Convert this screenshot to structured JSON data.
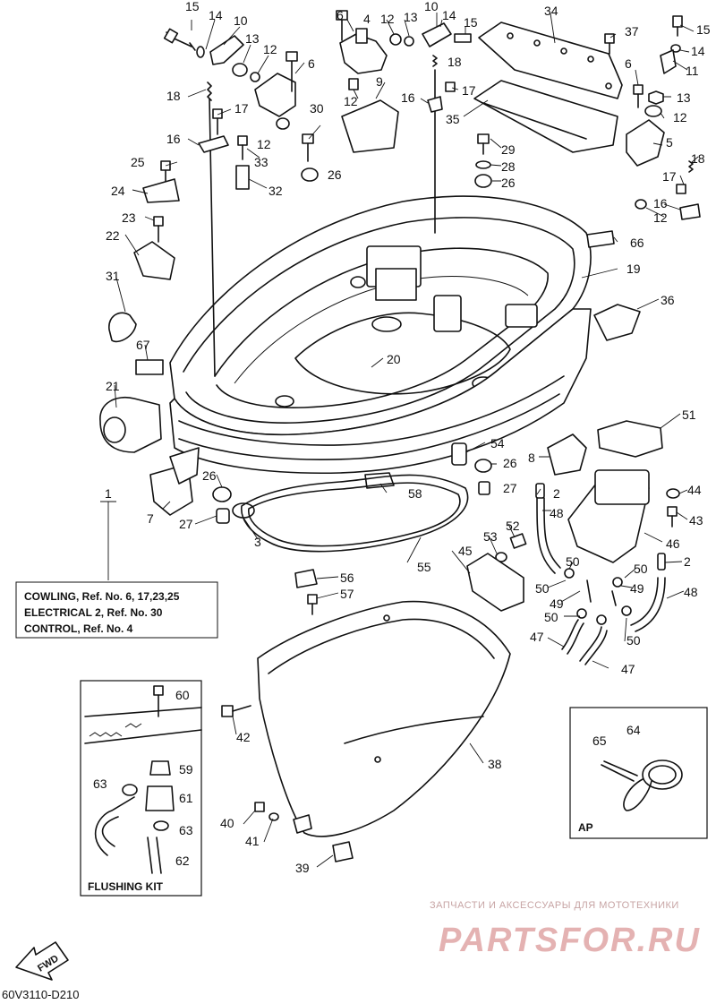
{
  "callouts": {
    "c15a": "15",
    "c14a": "14",
    "c10a": "10",
    "c13a": "13",
    "c12a": "12",
    "c6a": "6",
    "c4a": "4",
    "c12b": "12",
    "c13b": "13",
    "c10b": "10",
    "c14b": "14",
    "c15b": "15",
    "c34": "34",
    "c37": "37",
    "c15c": "15",
    "c14c": "14",
    "c11": "11",
    "c18a": "18",
    "c17a": "17",
    "c16a": "16",
    "c12c": "12",
    "c33": "33",
    "c30": "30",
    "c9": "9",
    "c12d": "12",
    "c18b": "18",
    "c16b": "16",
    "c17b": "17",
    "c35": "35",
    "c6b": "6",
    "c6c": "6",
    "c13c": "13",
    "c12e": "12",
    "c5": "5",
    "c25": "25",
    "c32": "32",
    "c26a": "26",
    "c29": "29",
    "c28": "28",
    "c26b": "26",
    "c18c": "18",
    "c17c": "17",
    "c16c": "16",
    "c12f": "12",
    "c24": "24",
    "c23": "23",
    "c22": "22",
    "c66": "66",
    "c19": "19",
    "c31": "31",
    "c36": "36",
    "c67": "67",
    "c20": "20",
    "c21": "21",
    "c51": "51",
    "c54": "54",
    "c8": "8",
    "c26c": "26",
    "c26d": "26",
    "c1": "1",
    "c27a": "27",
    "c44": "44",
    "c7": "7",
    "c27b": "27",
    "c2a": "2",
    "c58": "58",
    "c43": "43",
    "c48a": "48",
    "c3": "3",
    "c52": "52",
    "c53": "53",
    "c46": "46",
    "c45": "45",
    "c55": "55",
    "c50a": "50",
    "c50b": "50",
    "c2b": "2",
    "c56": "56",
    "c57": "57",
    "c50c": "50",
    "c49a": "49",
    "c49b": "49",
    "c48b": "48",
    "c50d": "50",
    "c50e": "50",
    "c47a": "47",
    "c47b": "47",
    "c60": "60",
    "c42": "42",
    "c38": "38",
    "c64": "64",
    "c65": "65",
    "c59": "59",
    "c63a": "63",
    "c61": "61",
    "c63b": "63",
    "c62": "62",
    "c40": "40",
    "c41": "41",
    "c39": "39"
  },
  "reference_box": {
    "lines": [
      "COWLING, Ref. No. 6, 17,23,25",
      "ELECTRICAL 2, Ref. No. 30",
      "CONTROL, Ref. No. 4"
    ]
  },
  "flushing_kit": {
    "title": "FLUSHING KIT"
  },
  "ap_box": {
    "label": "AP"
  },
  "fwd_label": "FWD",
  "diagram_code": "60V3110-D210",
  "watermark": {
    "small": "ЗАПЧАСТИ И АКСЕССУАРЫ ДЛЯ МОТОТЕХНИКИ",
    "big": "PARTSFOR.RU"
  }
}
